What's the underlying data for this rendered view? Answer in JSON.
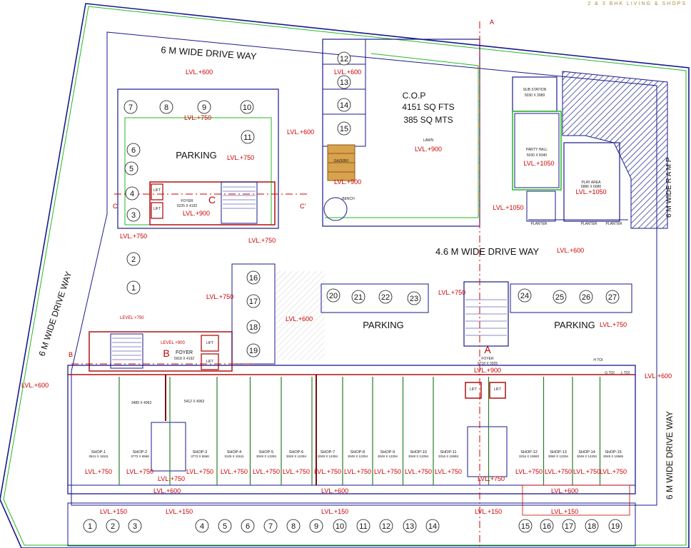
{
  "branding": "2 & 3 BHK LIVING & SHOPS",
  "driveways": {
    "north": "6 M WIDE DRIVE WAY",
    "west": "6 M WIDE DRIVE WAY",
    "east": "6 M WIDE DRIVE WAY",
    "middle": "4.6 M WIDE DRIVE WAY",
    "ramp": "6 M WIDE R A M P"
  },
  "cop": {
    "title": "C.O.P",
    "sqft": "4151 SQ FTS",
    "sqm": "385 SQ MTS",
    "lawn": "LAWN",
    "gazebo": "GAZEBO",
    "bench": "BENCH"
  },
  "substation": {
    "name": "SUB STATION",
    "size": "5030 X 3989"
  },
  "party_hall": {
    "name": "PARTY HALL",
    "size": "5030 X 8340"
  },
  "play_area": {
    "name": "PLAY AREA",
    "size": "6886 X 6680"
  },
  "planter": "PLANTER",
  "parking_label": "PARKING",
  "foyers": {
    "c": {
      "letter": "C",
      "name": "FOYER",
      "size": "6225 X 4192"
    },
    "b": {
      "letter": "B",
      "name": "FOYER",
      "size": "5918 X 4192"
    },
    "a": {
      "letter": "A",
      "name": "FOYER",
      "size": "9718 X 3925"
    }
  },
  "lift": "LIFT",
  "section_marks": {
    "a": "A",
    "b": "B",
    "c": "C",
    "c_prime": "C'"
  },
  "toilets": {
    "h": "H TOI",
    "g": "G TOI",
    "l": "L TOI"
  },
  "shop_dims_extra": [
    "3489 X 4963",
    "5412 X 4963"
  ],
  "shops": [
    {
      "name": "SHOP-1",
      "size": "3541 X 11511"
    },
    {
      "name": "SHOP-2",
      "size": "3773 X 6558"
    },
    {
      "name": "SHOP-3",
      "size": "3773 X 6558"
    },
    {
      "name": "SHOP-4",
      "size": "3125 X 11511"
    },
    {
      "name": "SHOP-5",
      "size": "3049 X 12294"
    },
    {
      "name": "SHOP-6",
      "size": "3049 X 12294"
    },
    {
      "name": "SHOP-7",
      "size": "3049 X 12294"
    },
    {
      "name": "SHOP-8",
      "size": "3049 X 12294"
    },
    {
      "name": "SHOP-9",
      "size": "3049 X 12294"
    },
    {
      "name": "SHOP-10",
      "size": "3049 X 12294"
    },
    {
      "name": "SHOP-11",
      "size": "3316 X 10693"
    },
    {
      "name": "SHOP-12",
      "size": "3316 X 10693"
    },
    {
      "name": "SHOP-13",
      "size": "3060 X 12294"
    },
    {
      "name": "SHOP-14",
      "size": "3049 X 12294"
    },
    {
      "name": "SHOP-15",
      "size": "3049 X 10665"
    }
  ],
  "levels": {
    "lvl600": "LVL.+600",
    "lvl750": "LVL.+750",
    "lvl900": "LVL.+900",
    "lvl1050": "LVL.+1050",
    "lvl150": "LVL.+150",
    "level750": "LEVEL +750",
    "level900": "LEVEL +900"
  },
  "parking_numbers": {
    "cop_column": [
      "12",
      "13",
      "14",
      "15"
    ],
    "block_top": [
      "7",
      "8",
      "9",
      "10"
    ],
    "block_right": [
      "11"
    ],
    "block_left": [
      "6",
      "5",
      "4",
      "3",
      "2",
      "1"
    ],
    "center_column": [
      "16",
      "17",
      "18",
      "19"
    ],
    "row_middle": [
      "20",
      "21",
      "22",
      "23"
    ],
    "row_right": [
      "24",
      "25",
      "26",
      "27"
    ],
    "bottom_row": [
      "1",
      "2",
      "3",
      "4",
      "5",
      "6",
      "7",
      "8",
      "9",
      "10",
      "11",
      "12",
      "13",
      "14",
      "15",
      "16",
      "17",
      "18",
      "19"
    ]
  }
}
